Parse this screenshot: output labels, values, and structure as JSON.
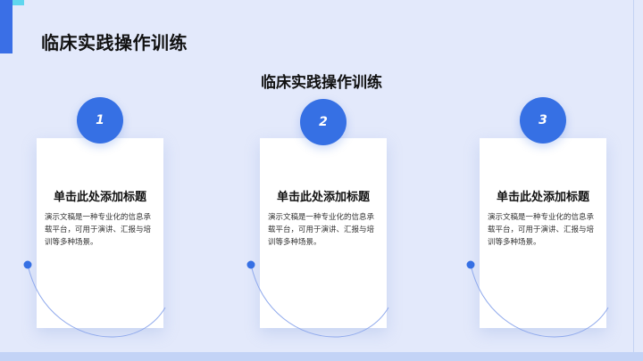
{
  "header": {
    "title": "临床实践操作训练"
  },
  "section": {
    "title": "临床实践操作训练"
  },
  "colors": {
    "accent": "#3670e4",
    "accent_light": "#5fd6ee",
    "background": "#e3e9fb"
  },
  "cards": [
    {
      "number": "1",
      "title": "单击此处添加标题",
      "text": "演示文稿是一种专业化的信息承载平台，可用于演讲、汇报与培训等多种场景。"
    },
    {
      "number": "2",
      "title": "单击此处添加标题",
      "text": "演示文稿是一种专业化的信息承载平台，可用于演讲、汇报与培训等多种场景。"
    },
    {
      "number": "3",
      "title": "单击此处添加标题",
      "text": "演示文稿是一种专业化的信息承载平台，可用于演讲、汇报与培训等多种场景。"
    }
  ]
}
